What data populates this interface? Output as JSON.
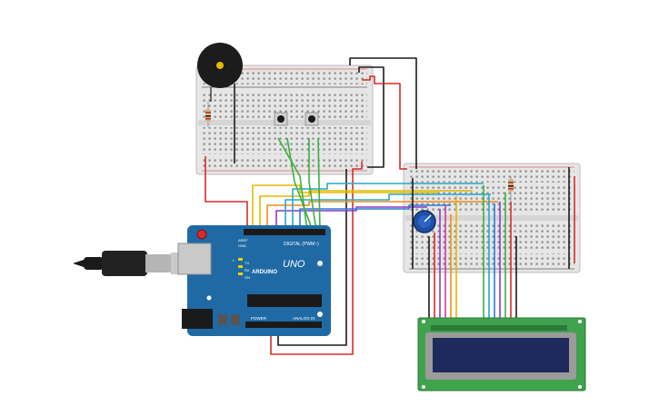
{
  "arduino": {
    "brand": "ARDUINO",
    "model": "UNO",
    "digital_label": "DIGITAL (PWM~)",
    "power_label": "POWER",
    "analog_label": "ANALOG IN",
    "tx_label": "TX",
    "rx_label": "RX",
    "on_label": "ON",
    "l_label": "L",
    "aref_label": "AREF",
    "gnd_label": "GND"
  },
  "colors": {
    "board": "#1f6aa5",
    "breadboard": "#e6e6e6",
    "wire_red": "#d92b2b",
    "wire_black": "#1a1a1a",
    "wire_green": "#3cb043",
    "wire_yellow": "#e6b800",
    "wire_orange": "#f08c1a",
    "wire_blue": "#2b7bd9",
    "wire_cyan": "#25a9c9",
    "wire_purple": "#8a3cc9",
    "wire_magenta": "#c93ca8",
    "lcd_pcb": "#3fa34d",
    "lcd_screen": "#1e2a5c"
  },
  "components": [
    "piezo-buzzer",
    "pushbutton-1",
    "pushbutton-2",
    "resistor-1",
    "resistor-2",
    "potentiometer",
    "lcd-16x2",
    "usb-cable"
  ]
}
